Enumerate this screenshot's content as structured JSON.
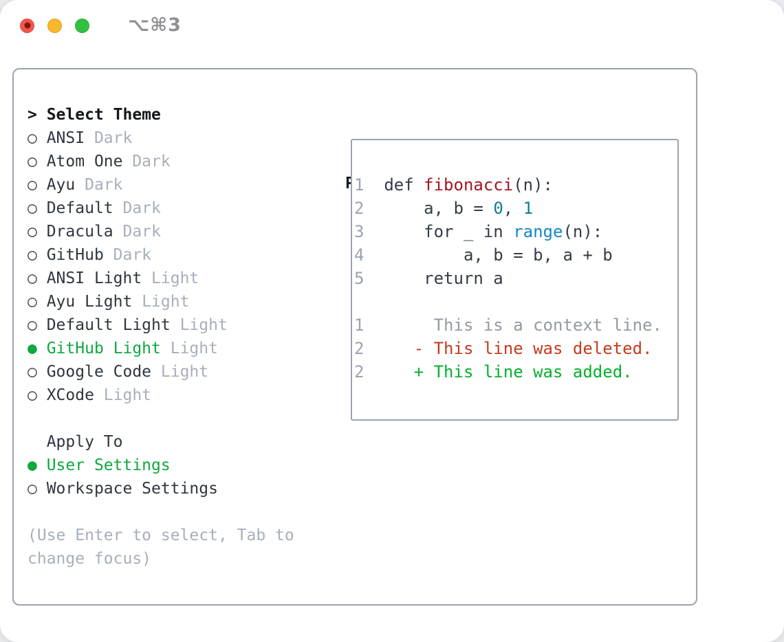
{
  "window": {
    "shortcut_label": "⌥⌘3",
    "traffic_lights": {
      "close_color": "#f4554c",
      "close_dot_color": "#83150c",
      "minimize_color": "#f9b82b",
      "zoom_color": "#31c13e"
    }
  },
  "theme_select": {
    "prompt": ">",
    "title": "Select Theme",
    "themes": [
      {
        "name": "ANSI",
        "variant": "Dark",
        "selected": false
      },
      {
        "name": "Atom One",
        "variant": "Dark",
        "selected": false
      },
      {
        "name": "Ayu",
        "variant": "Dark",
        "selected": false
      },
      {
        "name": "Default",
        "variant": "Dark",
        "selected": false
      },
      {
        "name": "Dracula",
        "variant": "Dark",
        "selected": false
      },
      {
        "name": "GitHub",
        "variant": "Dark",
        "selected": false
      },
      {
        "name": "ANSI Light",
        "variant": "Light",
        "selected": false
      },
      {
        "name": "Ayu Light",
        "variant": "Light",
        "selected": false
      },
      {
        "name": "Default Light",
        "variant": "Light",
        "selected": false
      },
      {
        "name": "GitHub Light",
        "variant": "Light",
        "selected": true
      },
      {
        "name": "Google Code",
        "variant": "Light",
        "selected": false
      },
      {
        "name": "XCode",
        "variant": "Light",
        "selected": false
      }
    ]
  },
  "apply_to": {
    "title": "Apply To",
    "options": [
      {
        "label": "User Settings",
        "selected": true
      },
      {
        "label": "Workspace Settings",
        "selected": false
      }
    ]
  },
  "help_lines": [
    "(Use Enter to select, Tab to",
    "change focus)"
  ],
  "icons": {
    "radio_selected": "●",
    "radio_unselected": "○"
  },
  "preview": {
    "title": "Preview",
    "lines": [
      {
        "num": "1",
        "kind": "code",
        "segments": [
          [
            "def ",
            "default"
          ],
          [
            "fibonacci",
            "function"
          ],
          [
            "(n):",
            "default"
          ]
        ]
      },
      {
        "num": "2",
        "kind": "code",
        "segments": [
          [
            "    a, b = ",
            "default"
          ],
          [
            "0",
            "number"
          ],
          [
            ", ",
            "default"
          ],
          [
            "1",
            "number"
          ]
        ]
      },
      {
        "num": "3",
        "kind": "code",
        "segments": [
          [
            "    for _ in ",
            "default"
          ],
          [
            "range",
            "builtin"
          ],
          [
            "(n):",
            "default"
          ]
        ]
      },
      {
        "num": "4",
        "kind": "code",
        "segments": [
          [
            "        a, b = b, a + b",
            "default"
          ]
        ]
      },
      {
        "num": "5",
        "kind": "code",
        "segments": [
          [
            "    return a",
            "default"
          ]
        ]
      },
      {
        "num": "",
        "kind": "blank",
        "segments": []
      },
      {
        "num": "1",
        "kind": "context",
        "segments": [
          [
            "     This is a context line.",
            "context"
          ]
        ]
      },
      {
        "num": "2",
        "kind": "deleted",
        "segments": [
          [
            "   - This line was deleted.",
            "deleted"
          ]
        ]
      },
      {
        "num": "2",
        "kind": "added",
        "segments": [
          [
            "   + This line was added.",
            "added"
          ]
        ]
      }
    ]
  },
  "colors": {
    "accent_green": "#0fa83e",
    "diff_added": "#04b02a",
    "diff_deleted": "#c63a20",
    "function_red": "#a5161f",
    "number_teal": "#0d7e88",
    "builtin_blue": "#1387c9",
    "muted_gray": "#a7afbc",
    "line_number_gray": "#9aa3b0",
    "panel_border": "#9aa3b0",
    "text_dark": "#2f363f"
  }
}
